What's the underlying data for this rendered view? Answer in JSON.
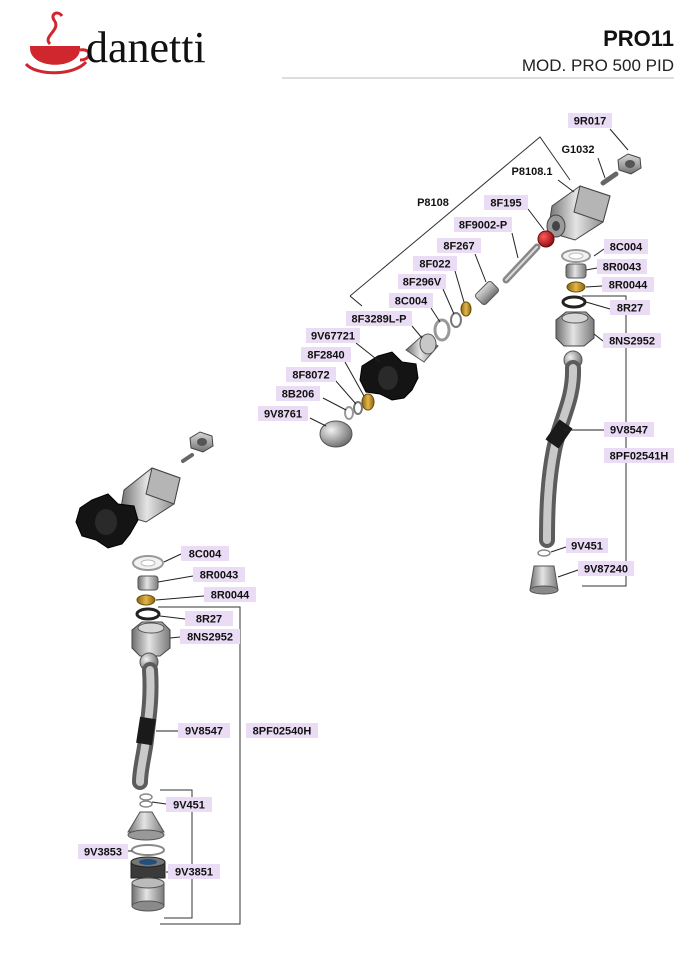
{
  "brand": {
    "name": "danetti",
    "color": "#d0262e"
  },
  "header": {
    "model_code": "PRO11",
    "model_name": "MOD. PRO 500 PID"
  },
  "colors": {
    "label_bg": "#e9dcf4",
    "line": "#222222",
    "seal_red": "#c8141c",
    "brass": "#c89a2a",
    "rule": "#bbbbbb"
  },
  "labels": {
    "r9R017": "9R017",
    "rG1032": "G1032",
    "rP8108_1": "P8108.1",
    "rP8108": "P8108",
    "r8F195": "8F195",
    "r8F9002P": "8F9002-P",
    "r8F267": "8F267",
    "r8F022": "8F022",
    "r8F296V": "8F296V",
    "r8C004": "8C004",
    "r8F3289LP": "8F3289L-P",
    "r9V67721": "9V67721",
    "r8F2840": "8F2840",
    "r8F8072": "8F8072",
    "r8B206": "8B206",
    "r9V8761": "9V8761",
    "r_8C004": "8C004",
    "r_8R0043": "8R0043",
    "r_8R0044": "8R0044",
    "r_8R27": "8R27",
    "r_8NS2952": "8NS2952",
    "r_9V8547": "9V8547",
    "r_8PF02541H": "8PF02541H",
    "r_9V451": "9V451",
    "r_9V87240": "9V87240",
    "l_8C004": "8C004",
    "l_8R0043": "8R0043",
    "l_8R0044": "8R0044",
    "l_8R27": "8R27",
    "l_8NS2952": "8NS2952",
    "l_9V8547": "9V8547",
    "l_8PF02540H": "8PF02540H",
    "l_9V451": "9V451",
    "l_9V3853": "9V3853",
    "l_9V3851": "9V3851"
  }
}
